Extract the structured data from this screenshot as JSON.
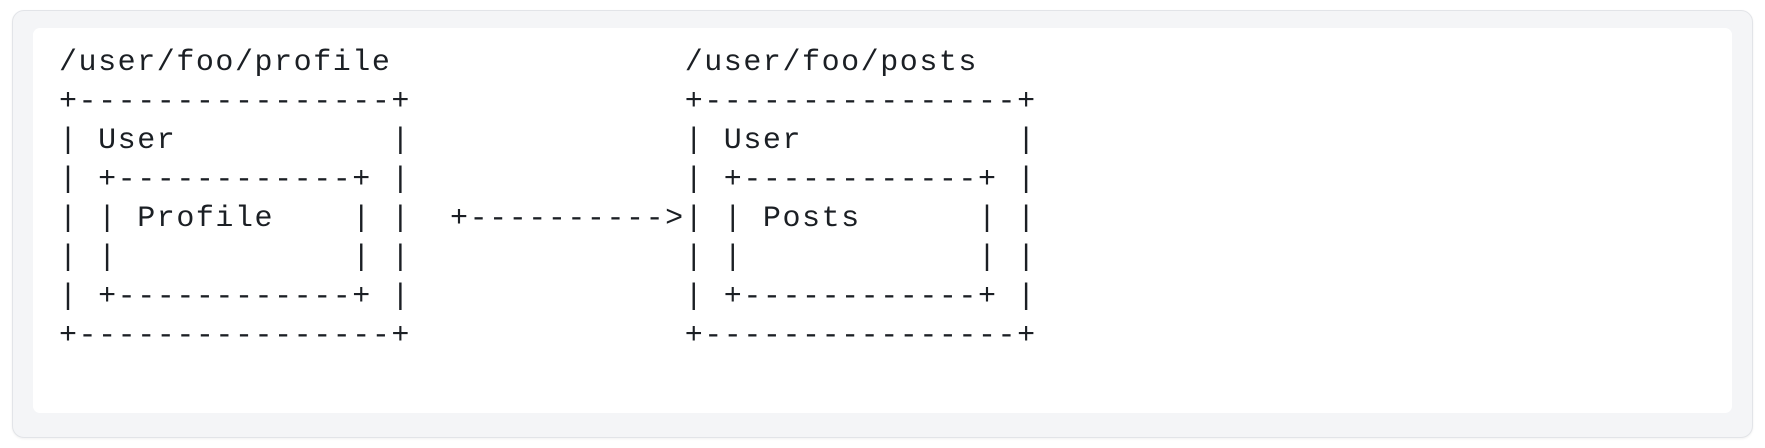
{
  "card": {
    "language": "text",
    "background_color": "#ffffff",
    "shell_background_color": "#f4f5f7",
    "text_color": "#1b1f24"
  },
  "diagram": {
    "type": "ascii-art",
    "description": "Two nested route boxes connected by a dashed arrow",
    "left_route": "/user/foo/profile",
    "right_route": "/user/foo/posts",
    "left_outer_label": "User",
    "left_inner_label": "Profile",
    "right_outer_label": "User",
    "right_inner_label": "Posts",
    "arrow": "+------------->",
    "line_count": 8,
    "lines": [
      "/user/foo/profile                  /user/foo/posts",
      "+-----------------+                +-----------------+",
      "| User            |                | User            |",
      "| +-------------+ |                | +-------------+ |",
      "| | Profile     | |  +--------->   | | Posts       | |",
      "| |             | |                | |             | |",
      "| +-------------+ |                | +-------------+ |",
      "+-----------------+                +-----------------+"
    ],
    "text": "/user/foo/profile               /user/foo/posts\n+----------------+              +----------------+\n| User           |              | User           |\n| +------------+ |              | +------------+ |\n| | Profile    | |  +---------->| | Posts      | |\n| |            | |              | |            | |\n| +------------+ |              | +------------+ |\n+----------------+              +----------------+"
  }
}
